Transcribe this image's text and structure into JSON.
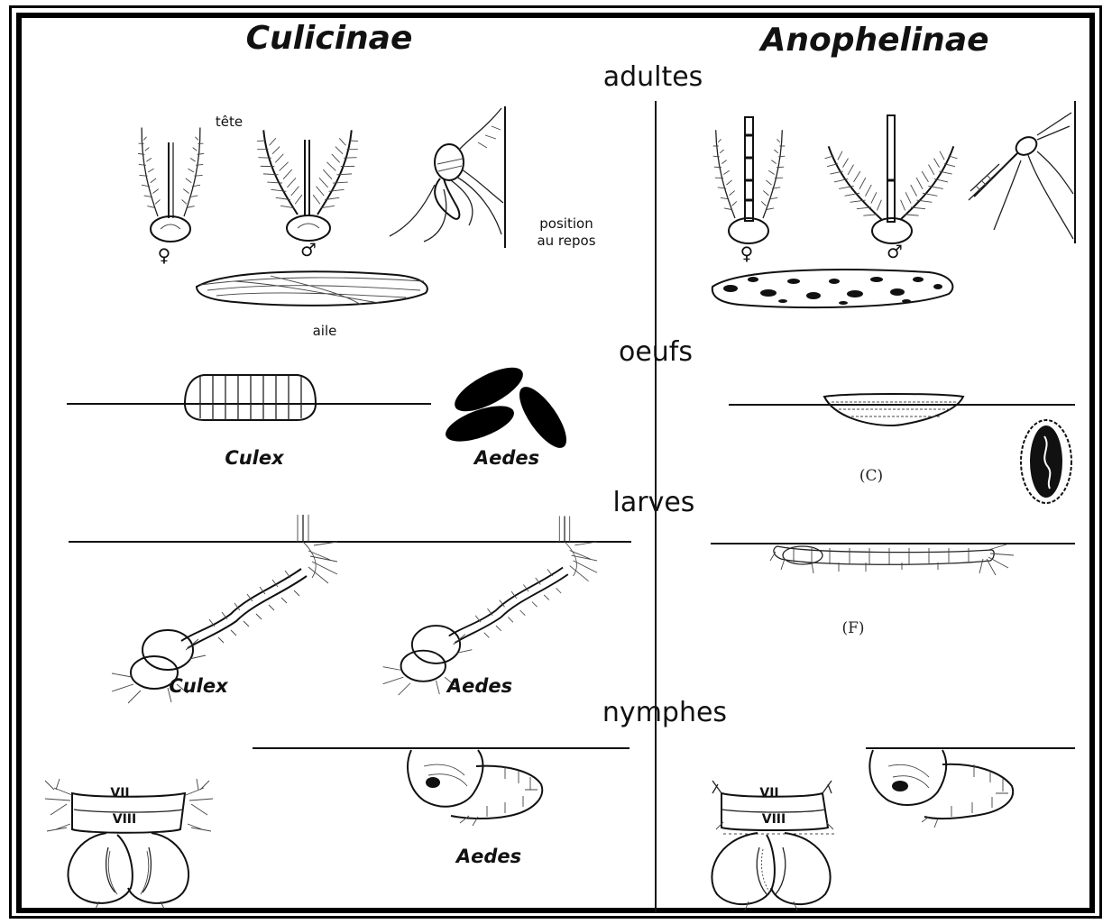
{
  "columns": {
    "left": "Culicinae",
    "right": "Anophelinae"
  },
  "sections": {
    "adults": "adultes",
    "eggs": "oeufs",
    "larvae": "larves",
    "pupae": "nymphes"
  },
  "labels": {
    "head": "tête",
    "female": "♀",
    "male": "♂",
    "rest_position_line1": "position",
    "rest_position_line2": "au repos",
    "wing": "aile",
    "culex": "Culex",
    "aedes": "Aedes",
    "anopheles_egg_label": "(C)",
    "anopheles_larva_label": "(F)",
    "segment_vii": "VII",
    "segment_viii": "VIII"
  }
}
